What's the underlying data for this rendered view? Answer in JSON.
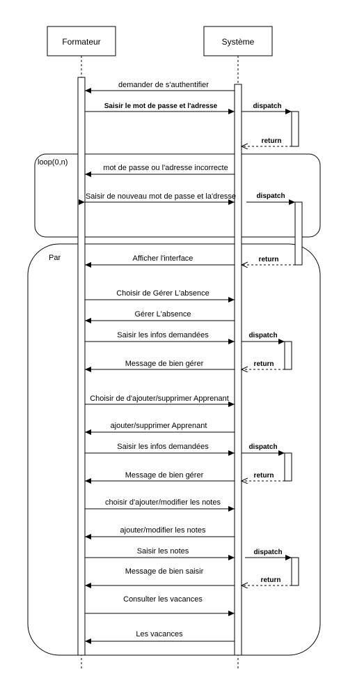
{
  "participants": [
    {
      "id": "formateur",
      "label": "Formateur"
    },
    {
      "id": "systeme",
      "label": "Système"
    }
  ],
  "fragments": {
    "loop": {
      "label": "loop(0,n)"
    },
    "par": {
      "label": "Par"
    }
  },
  "messages": [
    {
      "text": "demander de s'authentifier",
      "kind": "call"
    },
    {
      "text": "Saisir le mot de passe et l'adresse",
      "kind": "call",
      "bold": true
    },
    {
      "text": "dispatch",
      "kind": "call",
      "bold": true
    },
    {
      "text": "return",
      "kind": "return",
      "bold": true
    },
    {
      "text": "mot de passe ou l'adresse incorrecte",
      "kind": "call"
    },
    {
      "text": "Saisir de nouveau mot de passe et la'dresse",
      "kind": "call"
    },
    {
      "text": "dispatch",
      "kind": "call",
      "bold": true
    },
    {
      "text": "Afficher l'interface",
      "kind": "call"
    },
    {
      "text": "return",
      "kind": "return",
      "bold": true
    },
    {
      "text": "Choisir de Gérer L'absence",
      "kind": "call"
    },
    {
      "text": "Gérer L'absence",
      "kind": "call"
    },
    {
      "text": "Saisir les infos demandées",
      "kind": "call"
    },
    {
      "text": "dispatch",
      "kind": "call",
      "bold": true
    },
    {
      "text": "Message de bien gérer",
      "kind": "call"
    },
    {
      "text": "return",
      "kind": "return",
      "bold": true
    },
    {
      "text": "Choisir de d'ajouter/supprimer Apprenant",
      "kind": "call"
    },
    {
      "text": "ajouter/supprimer Apprenant",
      "kind": "call"
    },
    {
      "text": "Saisir les infos demandées",
      "kind": "call"
    },
    {
      "text": "dispatch",
      "kind": "call",
      "bold": true
    },
    {
      "text": "Message de bien gérer",
      "kind": "call"
    },
    {
      "text": "return",
      "kind": "return",
      "bold": true
    },
    {
      "text": "choisir d'ajouter/modifier les notes",
      "kind": "call"
    },
    {
      "text": "ajouter/modifier les notes",
      "kind": "call"
    },
    {
      "text": "Saisir les notes",
      "kind": "call"
    },
    {
      "text": "dispatch",
      "kind": "call",
      "bold": true
    },
    {
      "text": "Message de bien saisir",
      "kind": "call"
    },
    {
      "text": "return",
      "kind": "return",
      "bold": true
    },
    {
      "text": "Consulter les vacances",
      "kind": "call"
    },
    {
      "text": "Les vacances",
      "kind": "call"
    }
  ]
}
